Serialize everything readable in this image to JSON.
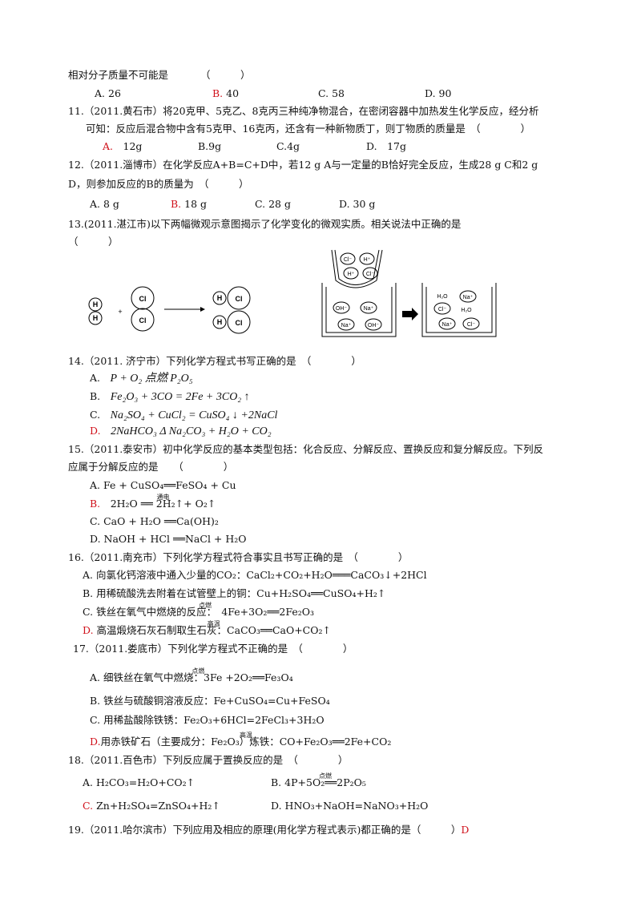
{
  "q10_tail": {
    "stem": "相对分子质量不可能是",
    "paren": "（　　　）",
    "options": [
      {
        "letter": "A.",
        "text": "26",
        "answer": false
      },
      {
        "letter": "B.",
        "text": "40",
        "answer": true
      },
      {
        "letter": "C.",
        "text": "58",
        "answer": false
      },
      {
        "letter": "D.",
        "text": "90",
        "answer": false
      }
    ]
  },
  "q11": {
    "line1": "11.（2011.黄石市）将20克甲、5克乙、8克丙三种纯净物混合，在密闭容器中加热发生化学反应，经分析",
    "line2": "可知：反应后混合物中含有5克甲、16克丙，还含有一种新物质丁，则丁物质的质量是　（　　　　）",
    "options": [
      {
        "letter": "A.",
        "text": "12g",
        "answer": true
      },
      {
        "letter": "B.",
        "text": "9g",
        "answer": false
      },
      {
        "letter": "C.",
        "text": "4g",
        "answer": false
      },
      {
        "letter": "D.",
        "text": "17g",
        "answer": false
      }
    ]
  },
  "q12": {
    "line1": "12.（2011.淄博市）在化学反应A+B=C+D中，若12 g A与一定量的B恰好完全反应，生成28 g C和2 g",
    "line2": "D，则参加反应的B的质量为　（　　　）",
    "options": [
      {
        "letter": "A.",
        "text": "8 g",
        "answer": false
      },
      {
        "letter": "B.",
        "text": "18 g",
        "answer": true
      },
      {
        "letter": "C.",
        "text": "28 g",
        "answer": false
      },
      {
        "letter": "D.",
        "text": "30 g",
        "answer": false
      }
    ]
  },
  "q13": {
    "line1": "13.(2011.湛江市)以下两幅微观示意图揭示了化学变化的微观实质。相关说法中正确的是",
    "line2": "（　　　）",
    "fig1": {
      "h": "H",
      "cl": "Cl",
      "plus": "+"
    },
    "fig2": {
      "cl_ion": "Cl⁻",
      "h_ion": "H⁺",
      "oh_ion": "OH⁻",
      "na_ion": "Na⁺",
      "water": "H₂O"
    }
  },
  "q14": {
    "stem": "14.（2011. 济宁市）下列化学方程式书写正确的是　（　　　　）",
    "options": [
      {
        "letter": "A.",
        "text": "P + O₂ 点燃 P₂O₅",
        "answer": false
      },
      {
        "letter": "B.",
        "text": "Fe₂O₃ + 3CO = 2Fe + 3CO₂ ↑",
        "answer": false
      },
      {
        "letter": "C.",
        "text": "Na₂SO₄ + CuCl₂ = CuSO₄ ↓ +2NaCl",
        "answer": false
      },
      {
        "letter": "D.",
        "text": "2NaHCO₃ Δ Na₂CO₃ + H₂O + CO₂",
        "answer": true
      }
    ]
  },
  "q15": {
    "line1": "15.（2011.泰安市）初中化学反应的基本类型包括：化合反应、分解反应、置换反应和复分解反应。下列反",
    "line2": "应属于分解反应的是　　（　　　　）",
    "options": [
      {
        "letter": "A.",
        "text": "Fe + CuSO₄══FeSO₄ + Cu",
        "answer": false
      },
      {
        "letter": "B.",
        "text": "2H₂O ══ 2H₂↑+ O₂↑",
        "cond": "通电",
        "answer": true
      },
      {
        "letter": "C.",
        "text": "CaO + H₂O ══Ca(OH)₂",
        "answer": false
      },
      {
        "letter": "D.",
        "text": "NaOH + HCl ══NaCl + H₂O",
        "answer": false
      }
    ]
  },
  "q16": {
    "stem": "16.（2011.南充市）下列化学方程式符合事实且书写正确的是　（　　　　）",
    "options": [
      {
        "letter": "A.",
        "text": "向氯化钙溶液中通入少量的CO₂：CaCl₂+CO₂+H₂O═══CaCO₃↓+2HCl",
        "answer": false
      },
      {
        "letter": "B.",
        "text": "用稀硫酸洗去附着在试管壁上的铜：Cu+H₂SO₄══CuSO₄+H₂↑",
        "answer": false
      },
      {
        "letter": "C.",
        "text": "铁丝在氧气中燃烧的反应：　4Fe+3O₂══2Fe₂O₃",
        "cond": "点燃",
        "answer": false
      },
      {
        "letter": "D.",
        "text": "高温煅烧石灰石制取生石灰：CaCO₃══CaO+CO₂↑",
        "cond": "高温",
        "answer": true
      }
    ]
  },
  "q17": {
    "stem": "17.（2011.娄底市）下列化学方程式不正确的是　（　　　　）",
    "options": [
      {
        "letter": "A.",
        "text": "细铁丝在氧气中燃烧：3Fe +2O₂══Fe₃O₄",
        "cond": "点燃",
        "answer": false
      },
      {
        "letter": "B.",
        "text": "铁丝与硫酸铜溶液反应：Fe+CuSO₄=Cu+FeSO₄",
        "answer": false
      },
      {
        "letter": "C.",
        "text": "用稀盐酸除铁锈：Fe₂O₃+6HCl=2FeCl₃+3H₂O",
        "answer": false
      },
      {
        "letter": "D.",
        "text": "用赤铁矿石（主要成分：Fe₂O₃）炼铁：CO+Fe₂O₃══2Fe+CO₂",
        "cond": "高温",
        "answer": true
      }
    ]
  },
  "q18": {
    "stem": "18.（2011.百色市）下列反应属于置换反应的是　（　　　　）",
    "options": [
      {
        "letter": "A.",
        "text": "H₂CO₃=H₂O+CO₂↑",
        "answer": false
      },
      {
        "letter": "B.",
        "text": "4P+5O₂══2P₂O₅",
        "cond": "点燃",
        "answer": false
      },
      {
        "letter": "C.",
        "text": "Zn+H₂SO₄=ZnSO₄+H₂↑",
        "answer": true
      },
      {
        "letter": "D.",
        "text": "HNO₃+NaOH=NaNO₃+H₂O",
        "answer": false
      }
    ]
  },
  "q19": {
    "stem": "19.（2011.哈尔滨市）下列应用及相应的原理(用化学方程式表示)都正确的是（　　　）",
    "answer": "D"
  }
}
